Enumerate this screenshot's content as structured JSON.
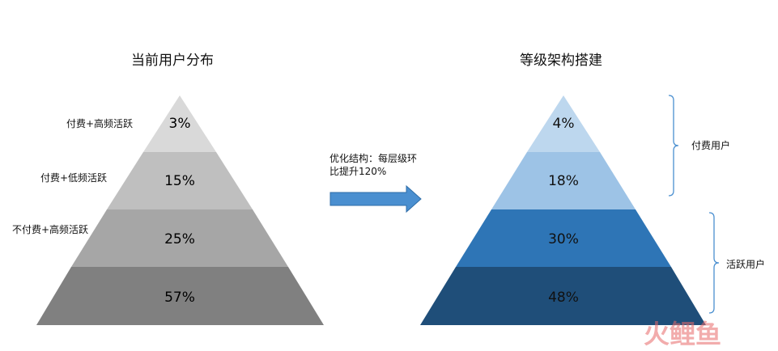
{
  "left": {
    "title": "当前用户分布",
    "tiers": [
      {
        "value": "3%",
        "label": "付费+高频活跃",
        "color": "#d9d9d9"
      },
      {
        "value": "15%",
        "label": "付费+低频活跃",
        "color": "#bfbfbf"
      },
      {
        "value": "25%",
        "label": "不付费+高频活跃",
        "color": "#a6a6a6"
      },
      {
        "value": "57%",
        "label": "",
        "color": "#808080"
      }
    ]
  },
  "right": {
    "title": "等级架构搭建",
    "tiers": [
      {
        "value": "4%",
        "color": "#bdd7ee"
      },
      {
        "value": "18%",
        "color": "#9dc3e6"
      },
      {
        "value": "30%",
        "color": "#2e75b6"
      },
      {
        "value": "48%",
        "color": "#1f4e79"
      }
    ],
    "brackets": [
      {
        "label": "付费用户"
      },
      {
        "label": "活跃用户"
      }
    ]
  },
  "note": {
    "line1": "优化结构：每层级环",
    "line2": "比提升120%"
  },
  "arrow_color": "#4a8fd0",
  "watermark": {
    "text": "火鲤鱼"
  }
}
